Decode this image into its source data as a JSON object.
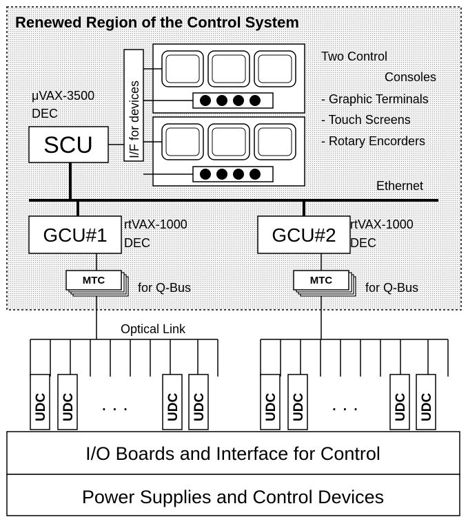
{
  "region": {
    "title": "Renewed Region of the Control System"
  },
  "scu": {
    "label": "SCU",
    "model": "μVAX-3500",
    "vendor": "DEC"
  },
  "interface": {
    "label": "I/F for devices"
  },
  "consoles": {
    "heading_line1": "Two  Control",
    "heading_line2": "Consoles",
    "items": [
      "- Graphic Terminals",
      "- Touch Screens",
      "- Rotary Encorders"
    ]
  },
  "network": {
    "ethernet": "Ethernet",
    "optical": "Optical Link"
  },
  "gcu1": {
    "label": "GCU#1",
    "model": "rtVAX-1000",
    "vendor": "DEC"
  },
  "gcu2": {
    "label": "GCU#2",
    "model": "rtVAX-1000",
    "vendor": "DEC"
  },
  "mtc": {
    "label": "MTC",
    "bus": "for Q-Bus"
  },
  "udc": {
    "label": "UDC",
    "ellipsis": ". . ."
  },
  "bottom": {
    "io": "I/O Boards and Interface for Control",
    "power": "Power Supplies and Control Devices"
  },
  "colors": {
    "region_fill": "#ececec",
    "line": "#000000",
    "background": "#ffffff"
  }
}
